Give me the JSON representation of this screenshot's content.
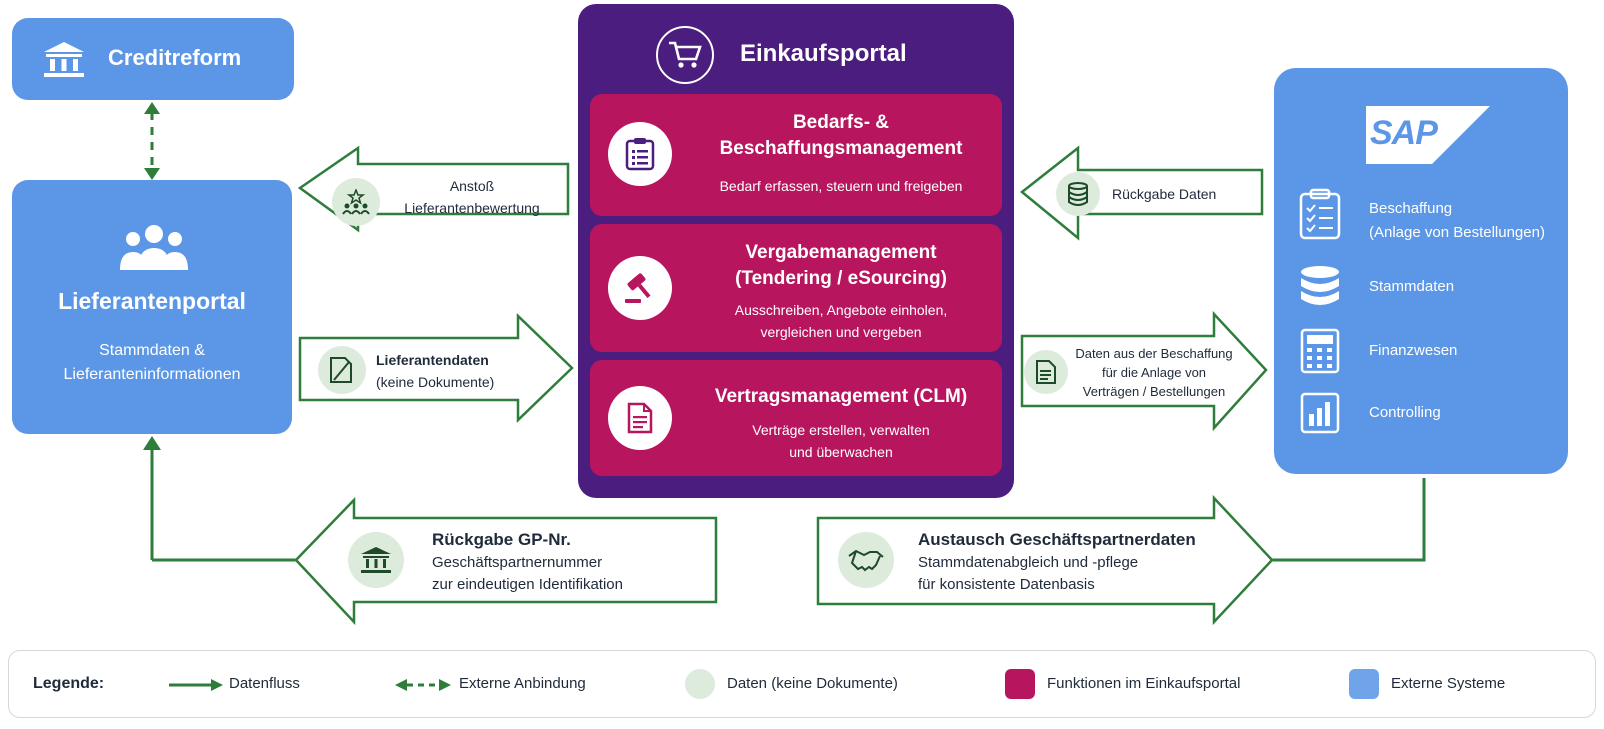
{
  "creditreform": {
    "label": "Creditreform"
  },
  "lieferantenportal": {
    "title": "Lieferantenportal",
    "subtitle_1": "Stammdaten &",
    "subtitle_2": "Lieferanteninformationen"
  },
  "einkaufsportal": {
    "title": "Einkaufsportal",
    "modules": [
      {
        "title_1": "Bedarfs- &",
        "title_2": "Beschaffungsmanagement",
        "desc_1": "Bedarf erfassen, steuern und freigeben",
        "desc_2": ""
      },
      {
        "title_1": "Vergabemanagement",
        "title_2": "(Tendering / eSourcing)",
        "desc_1": "Ausschreiben, Angebote einholen,",
        "desc_2": "vergleichen und vergeben"
      },
      {
        "title_1": "Vertragsmanagement (CLM)",
        "title_2": "",
        "desc_1": "Verträge erstellen, verwalten",
        "desc_2": "und überwachen"
      }
    ]
  },
  "sap": {
    "logo": "SAP",
    "items": [
      {
        "label_1": "Beschaffung",
        "label_2": "(Anlage von Bestellungen)",
        "icon": "clipboard-checklist-icon"
      },
      {
        "label_1": "Stammdaten",
        "label_2": "",
        "icon": "database-icon"
      },
      {
        "label_1": "Finanzwesen",
        "label_2": "",
        "icon": "calculator-icon"
      },
      {
        "label_1": "Controlling",
        "label_2": "",
        "icon": "bar-chart-icon"
      }
    ]
  },
  "flows": {
    "anstoss": {
      "line_1": "Anstoß",
      "line_2": "Lieferantenbewertung"
    },
    "lieferantendaten": {
      "line_1": "Lieferantendaten",
      "line_2": "(keine Dokumente)"
    },
    "rueckgabe_daten": {
      "line_1": "Rückgabe Daten"
    },
    "daten_beschaffung": {
      "line_1": "Daten aus der Beschaffung",
      "line_2": "für die Anlage von",
      "line_3": "Verträgen / Bestellungen"
    },
    "rueckgabe_gp": {
      "title": "Rückgabe GP-Nr.",
      "line_1": "Geschäftspartnernummer",
      "line_2": "zur eindeutigen Identifikation"
    },
    "austausch": {
      "title": "Austausch Geschäftspartnerdaten",
      "line_1": "Stammdatenabgleich und -pflege",
      "line_2": "für konsistente Datenbasis"
    }
  },
  "legend": {
    "title": "Legende:",
    "items": [
      "Datenfluss",
      "Externe Anbindung",
      "Daten (keine Dokumente)",
      "Funktionen im Einkaufsportal",
      "Externe Systeme"
    ]
  },
  "colors": {
    "green": "#2e7d3a",
    "light_green": "#dcebdc",
    "blue": "#5b97e6",
    "purple": "#4a1d7f",
    "pink": "#b8155f"
  }
}
